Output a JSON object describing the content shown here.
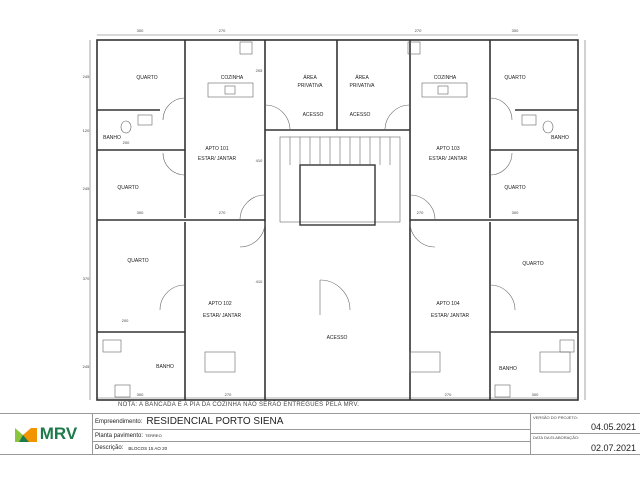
{
  "rooms": {
    "quarto": "QUARTO",
    "cozinha": "COZINHA",
    "banho": "BANHO",
    "area": "ÁREA",
    "privativa": "PRIVATIVA",
    "acesso": "ACESSO",
    "estar": "ESTAR/ JANTAR",
    "apto101": "APTO 101",
    "apto102": "APTO 102",
    "apto103": "APTO 103",
    "apto104": "APTO 104"
  },
  "dims": {
    "d300": "300",
    "d270": "270",
    "d245": "245",
    "d120": "120",
    "d200": "200",
    "d410": "410",
    "d370": "370",
    "d205": "205"
  },
  "note": "NOTA: A BANCADA E A PIA DA COZINHA NÃO SERÃO ENTREGUES PELA MRV.",
  "title_block": {
    "logo": "MRV",
    "empreendimento_label": "Empreendimento:",
    "empreendimento": "RESIDENCIAL PORTO SIENA",
    "planta_label": "Planta pavimento:",
    "planta": "TERREO",
    "descricao_label": "Descrição:",
    "descricao": "BLOCOS 15 AO 20",
    "versao_label": "VERSÃO DO PROJETO:",
    "versao": "04.05.2021",
    "data_label": "DATA DA ELABORAÇÃO:",
    "data": "02.07.2021"
  },
  "colors": {
    "logo_green": "#1e7a4a",
    "logo_orange": "#f29400",
    "logo_light": "#8cc63f"
  }
}
